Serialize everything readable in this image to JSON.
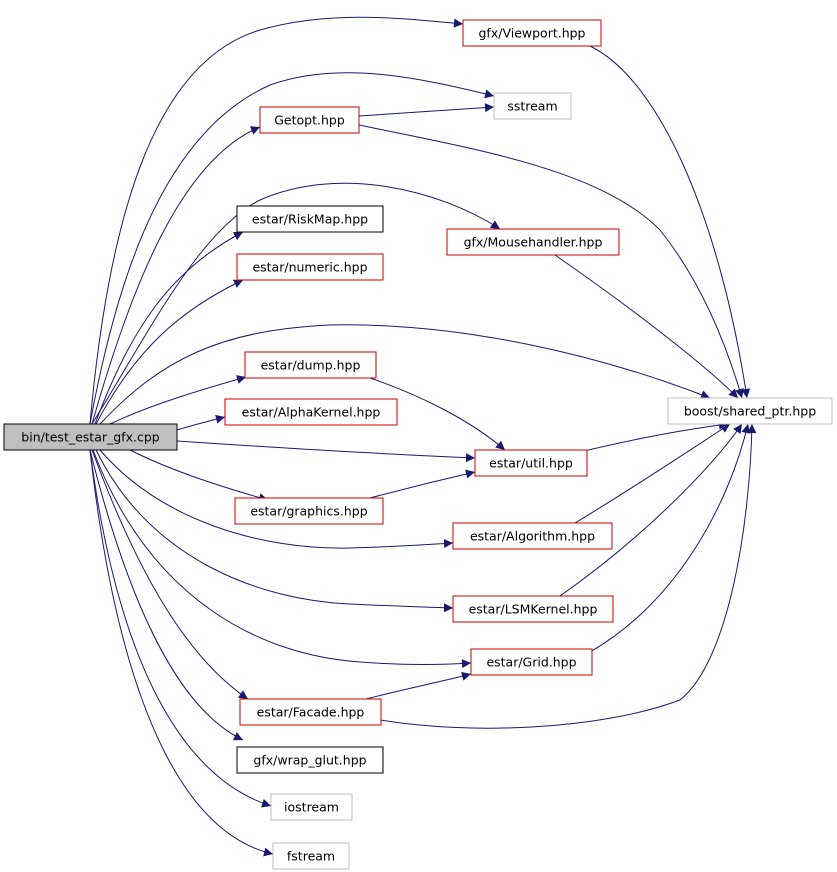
{
  "colors": {
    "edge": "#191970",
    "border_red": "#cc0000",
    "border_black": "#000000",
    "border_gray": "#bfbfbf",
    "root_fill": "#bfbfbf",
    "fill": "#ffffff"
  },
  "nodes": [
    {
      "id": "root",
      "label": "bin/test_estar_gfx.cpp",
      "style": "root"
    },
    {
      "id": "viewport",
      "label": "gfx/Viewport.hpp",
      "style": "red"
    },
    {
      "id": "sstream",
      "label": "sstream",
      "style": "gray"
    },
    {
      "id": "getopt",
      "label": "Getopt.hpp",
      "style": "red"
    },
    {
      "id": "riskmap",
      "label": "estar/RiskMap.hpp",
      "style": "black"
    },
    {
      "id": "mousehandler",
      "label": "gfx/Mousehandler.hpp",
      "style": "red"
    },
    {
      "id": "numeric",
      "label": "estar/numeric.hpp",
      "style": "red"
    },
    {
      "id": "dump",
      "label": "estar/dump.hpp",
      "style": "red"
    },
    {
      "id": "shared_ptr",
      "label": "boost/shared_ptr.hpp",
      "style": "gray"
    },
    {
      "id": "alphakernel",
      "label": "estar/AlphaKernel.hpp",
      "style": "red"
    },
    {
      "id": "util",
      "label": "estar/util.hpp",
      "style": "red"
    },
    {
      "id": "graphics",
      "label": "estar/graphics.hpp",
      "style": "red"
    },
    {
      "id": "algorithm",
      "label": "estar/Algorithm.hpp",
      "style": "red"
    },
    {
      "id": "lsmkernel",
      "label": "estar/LSMKernel.hpp",
      "style": "red"
    },
    {
      "id": "grid",
      "label": "estar/Grid.hpp",
      "style": "red"
    },
    {
      "id": "facade",
      "label": "estar/Facade.hpp",
      "style": "red"
    },
    {
      "id": "wrap_glut",
      "label": "gfx/wrap_glut.hpp",
      "style": "black"
    },
    {
      "id": "iostream",
      "label": "iostream",
      "style": "gray"
    },
    {
      "id": "fstream",
      "label": "fstream",
      "style": "gray"
    }
  ],
  "edges": [
    {
      "from": "root",
      "to": "viewport"
    },
    {
      "from": "root",
      "to": "sstream"
    },
    {
      "from": "root",
      "to": "getopt"
    },
    {
      "from": "root",
      "to": "riskmap"
    },
    {
      "from": "root",
      "to": "mousehandler"
    },
    {
      "from": "root",
      "to": "numeric"
    },
    {
      "from": "root",
      "to": "shared_ptr"
    },
    {
      "from": "root",
      "to": "dump"
    },
    {
      "from": "root",
      "to": "alphakernel"
    },
    {
      "from": "root",
      "to": "util"
    },
    {
      "from": "root",
      "to": "graphics"
    },
    {
      "from": "root",
      "to": "algorithm"
    },
    {
      "from": "root",
      "to": "lsmkernel"
    },
    {
      "from": "root",
      "to": "grid"
    },
    {
      "from": "root",
      "to": "facade"
    },
    {
      "from": "root",
      "to": "wrap_glut"
    },
    {
      "from": "root",
      "to": "iostream"
    },
    {
      "from": "root",
      "to": "fstream"
    },
    {
      "from": "getopt",
      "to": "sstream"
    },
    {
      "from": "getopt",
      "to": "shared_ptr"
    },
    {
      "from": "viewport",
      "to": "shared_ptr"
    },
    {
      "from": "mousehandler",
      "to": "shared_ptr"
    },
    {
      "from": "dump",
      "to": "util"
    },
    {
      "from": "graphics",
      "to": "util"
    },
    {
      "from": "util",
      "to": "shared_ptr"
    },
    {
      "from": "algorithm",
      "to": "shared_ptr"
    },
    {
      "from": "lsmkernel",
      "to": "shared_ptr"
    },
    {
      "from": "grid",
      "to": "shared_ptr"
    },
    {
      "from": "facade",
      "to": "grid"
    },
    {
      "from": "facade",
      "to": "shared_ptr"
    }
  ]
}
